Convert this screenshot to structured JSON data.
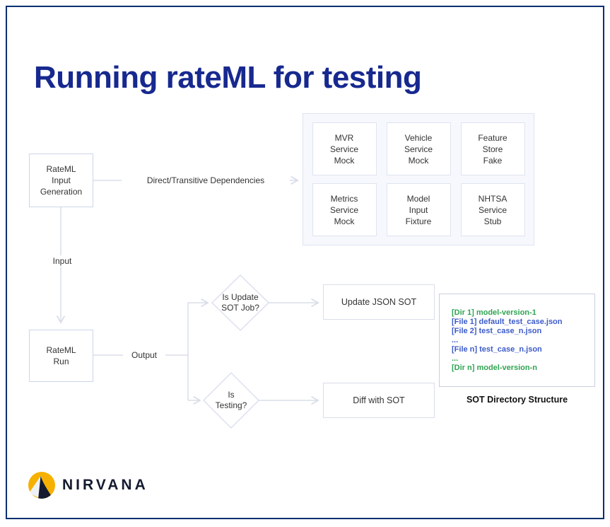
{
  "title": "Running rateML for testing",
  "colors": {
    "frame_border": "#04306f",
    "title_navy": "#17298f",
    "connector_gray": "#d8dde8",
    "dir_green": "#30a452",
    "dir_blue": "#3d5bc9",
    "logo_yellow": "#f6b100",
    "logo_dark": "#151a2e"
  },
  "flow": {
    "input_generation_box": "RateML\nInput\nGeneration",
    "dependencies_label": "Direct/Transitive Dependencies",
    "input_label": "Input",
    "run_box": "RateML\nRun",
    "output_label": "Output",
    "decision_update_sot": "Is Update\nSOT Job?",
    "decision_testing": "Is\nTesting?",
    "update_sot_box": "Update JSON SOT",
    "diff_sot_box": "Diff with SOT"
  },
  "dependencies": {
    "items": [
      "MVR\nService\nMock",
      "Vehicle\nService\nMock",
      "Feature\nStore\nFake",
      "Metrics\nService\nMock",
      "Model\nInput\nFixture",
      "NHTSA\nService\nStub"
    ]
  },
  "sot": {
    "caption": "SOT Directory Structure",
    "lines": [
      {
        "text": "[Dir 1] model-version-1",
        "color": "#30a452"
      },
      {
        "text": "[File 1] default_test_case.json",
        "color": "#3d5bc9"
      },
      {
        "text": "[File 2] test_case_n.json",
        "color": "#3d5bc9"
      },
      {
        "text": "...",
        "color": "#3d5bc9"
      },
      {
        "text": "[File n] test_case_n.json",
        "color": "#3d5bc9"
      },
      {
        "text": "...",
        "color": "#30a452"
      },
      {
        "text": "[Dir n] model-version-n",
        "color": "#30a452"
      }
    ]
  },
  "logo": {
    "wordmark": "NIRVANA"
  }
}
